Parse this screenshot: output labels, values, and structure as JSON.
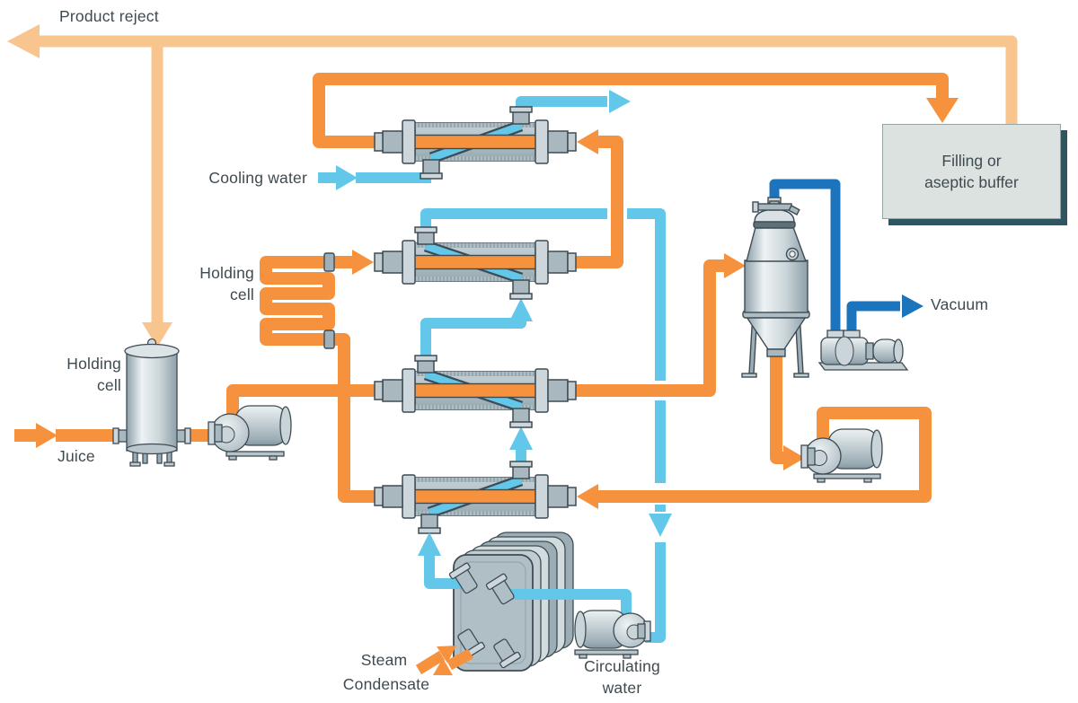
{
  "labels": {
    "product_reject": "Product reject",
    "cooling_water": "Cooling water",
    "holding_cell_coil": {
      "line1": "Holding",
      "line2": "cell"
    },
    "holding_cell_tank": {
      "line1": "Holding",
      "line2": "cell"
    },
    "juice": "Juice",
    "filling_buffer": {
      "line1": "Filling or",
      "line2": "aseptic buffer"
    },
    "vacuum": "Vacuum",
    "steam": "Steam",
    "condensate": "Condensate",
    "circulating_water": {
      "line1": "Circulating",
      "line2": "water"
    }
  },
  "colors": {
    "product_line": "#F6923D",
    "reject_line": "#F9C58F",
    "water_line": "#63C7E9",
    "vacuum_line": "#1B74BC",
    "equipment_outline": "#3E4B54",
    "label_text": "#3F4A50",
    "buffer_box_fill": "#DBE2E0",
    "buffer_box_shadow": "#2F5560"
  }
}
